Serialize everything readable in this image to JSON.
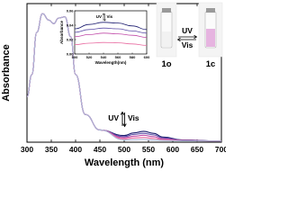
{
  "chart_data": [
    {
      "type": "line",
      "xlabel": "Wavelength (nm)",
      "ylabel": "Absorbance",
      "xlim": [
        300,
        700
      ],
      "x_ticks": [
        "300",
        "350",
        "400",
        "450",
        "500",
        "550",
        "600",
        "650",
        "700"
      ],
      "y_ticks": [],
      "grid": false,
      "annotation": {
        "up": "UV",
        "down": "Vis"
      },
      "series": [
        {
          "color": "#1a1a6e",
          "x": [
            300,
            310,
            320,
            332,
            345,
            355,
            365,
            378,
            390,
            400,
            420,
            450,
            500,
            520,
            540,
            560,
            580,
            620,
            700
          ],
          "y": [
            0.2,
            0.3,
            0.49,
            0.575,
            0.545,
            0.53,
            0.555,
            0.56,
            0.47,
            0.3,
            0.12,
            0.05,
            0.025,
            0.037,
            0.044,
            0.035,
            0.018,
            0.005,
            0.0
          ]
        },
        {
          "color": "#5e4fa8",
          "x": [
            300,
            310,
            320,
            332,
            345,
            355,
            365,
            378,
            390,
            400,
            420,
            450,
            500,
            520,
            540,
            560,
            580,
            620,
            700
          ],
          "y": [
            0.2,
            0.3,
            0.49,
            0.575,
            0.545,
            0.53,
            0.555,
            0.56,
            0.47,
            0.3,
            0.12,
            0.05,
            0.02,
            0.03,
            0.035,
            0.028,
            0.014,
            0.004,
            0.0
          ]
        },
        {
          "color": "#c04aa8",
          "x": [
            300,
            310,
            320,
            332,
            345,
            355,
            365,
            378,
            390,
            400,
            420,
            450,
            500,
            520,
            540,
            560,
            580,
            620,
            700
          ],
          "y": [
            0.2,
            0.3,
            0.49,
            0.575,
            0.545,
            0.53,
            0.555,
            0.56,
            0.47,
            0.3,
            0.12,
            0.05,
            0.015,
            0.022,
            0.026,
            0.02,
            0.01,
            0.003,
            0.0
          ]
        },
        {
          "color": "#e86aa0",
          "x": [
            300,
            310,
            320,
            332,
            345,
            355,
            365,
            378,
            390,
            400,
            420,
            450,
            500,
            520,
            540,
            560,
            580,
            620,
            700
          ],
          "y": [
            0.2,
            0.3,
            0.49,
            0.575,
            0.545,
            0.53,
            0.555,
            0.56,
            0.47,
            0.3,
            0.12,
            0.05,
            0.01,
            0.014,
            0.016,
            0.012,
            0.006,
            0.002,
            0.0
          ]
        },
        {
          "color": "#aab8d8",
          "x": [
            300,
            310,
            320,
            332,
            345,
            355,
            365,
            378,
            390,
            400,
            420,
            450,
            500,
            520,
            540,
            560,
            580,
            620,
            700
          ],
          "y": [
            0.2,
            0.3,
            0.49,
            0.575,
            0.545,
            0.53,
            0.555,
            0.56,
            0.47,
            0.3,
            0.12,
            0.05,
            0.005,
            0.006,
            0.007,
            0.005,
            0.003,
            0.001,
            0.0
          ]
        }
      ]
    },
    {
      "type": "line",
      "xlabel": "Wavelength(nm)",
      "ylabel": "Absorbance",
      "xlim": [
        500,
        600
      ],
      "ylim": [
        0,
        0.06
      ],
      "x_ticks": [
        "500",
        "520",
        "540",
        "560",
        "580",
        "600"
      ],
      "y_ticks": [
        "0.00",
        "0.02",
        "0.04",
        "0.06"
      ],
      "annotation": {
        "up": "UV",
        "down": "Vis"
      },
      "series": [
        {
          "color": "#1a1a6e",
          "x": [
            500,
            520,
            540,
            560,
            580,
            600
          ],
          "y": [
            0.035,
            0.041,
            0.044,
            0.043,
            0.039,
            0.034
          ]
        },
        {
          "color": "#5e4fa8",
          "x": [
            500,
            520,
            540,
            560,
            580,
            600
          ],
          "y": [
            0.03,
            0.034,
            0.036,
            0.035,
            0.032,
            0.029
          ]
        },
        {
          "color": "#c04aa8",
          "x": [
            500,
            520,
            540,
            560,
            580,
            600
          ],
          "y": [
            0.024,
            0.027,
            0.029,
            0.028,
            0.026,
            0.023
          ]
        },
        {
          "color": "#e86aa0",
          "x": [
            500,
            520,
            540,
            560,
            580,
            600
          ],
          "y": [
            0.013,
            0.015,
            0.016,
            0.0155,
            0.014,
            0.012
          ]
        }
      ]
    }
  ],
  "samples": {
    "left_label": "1o",
    "right_label": "1c",
    "arrow_top": "UV",
    "arrow_bottom": "Vis",
    "left_color": "#f2f2f2",
    "right_color": "#e6b4e0"
  }
}
